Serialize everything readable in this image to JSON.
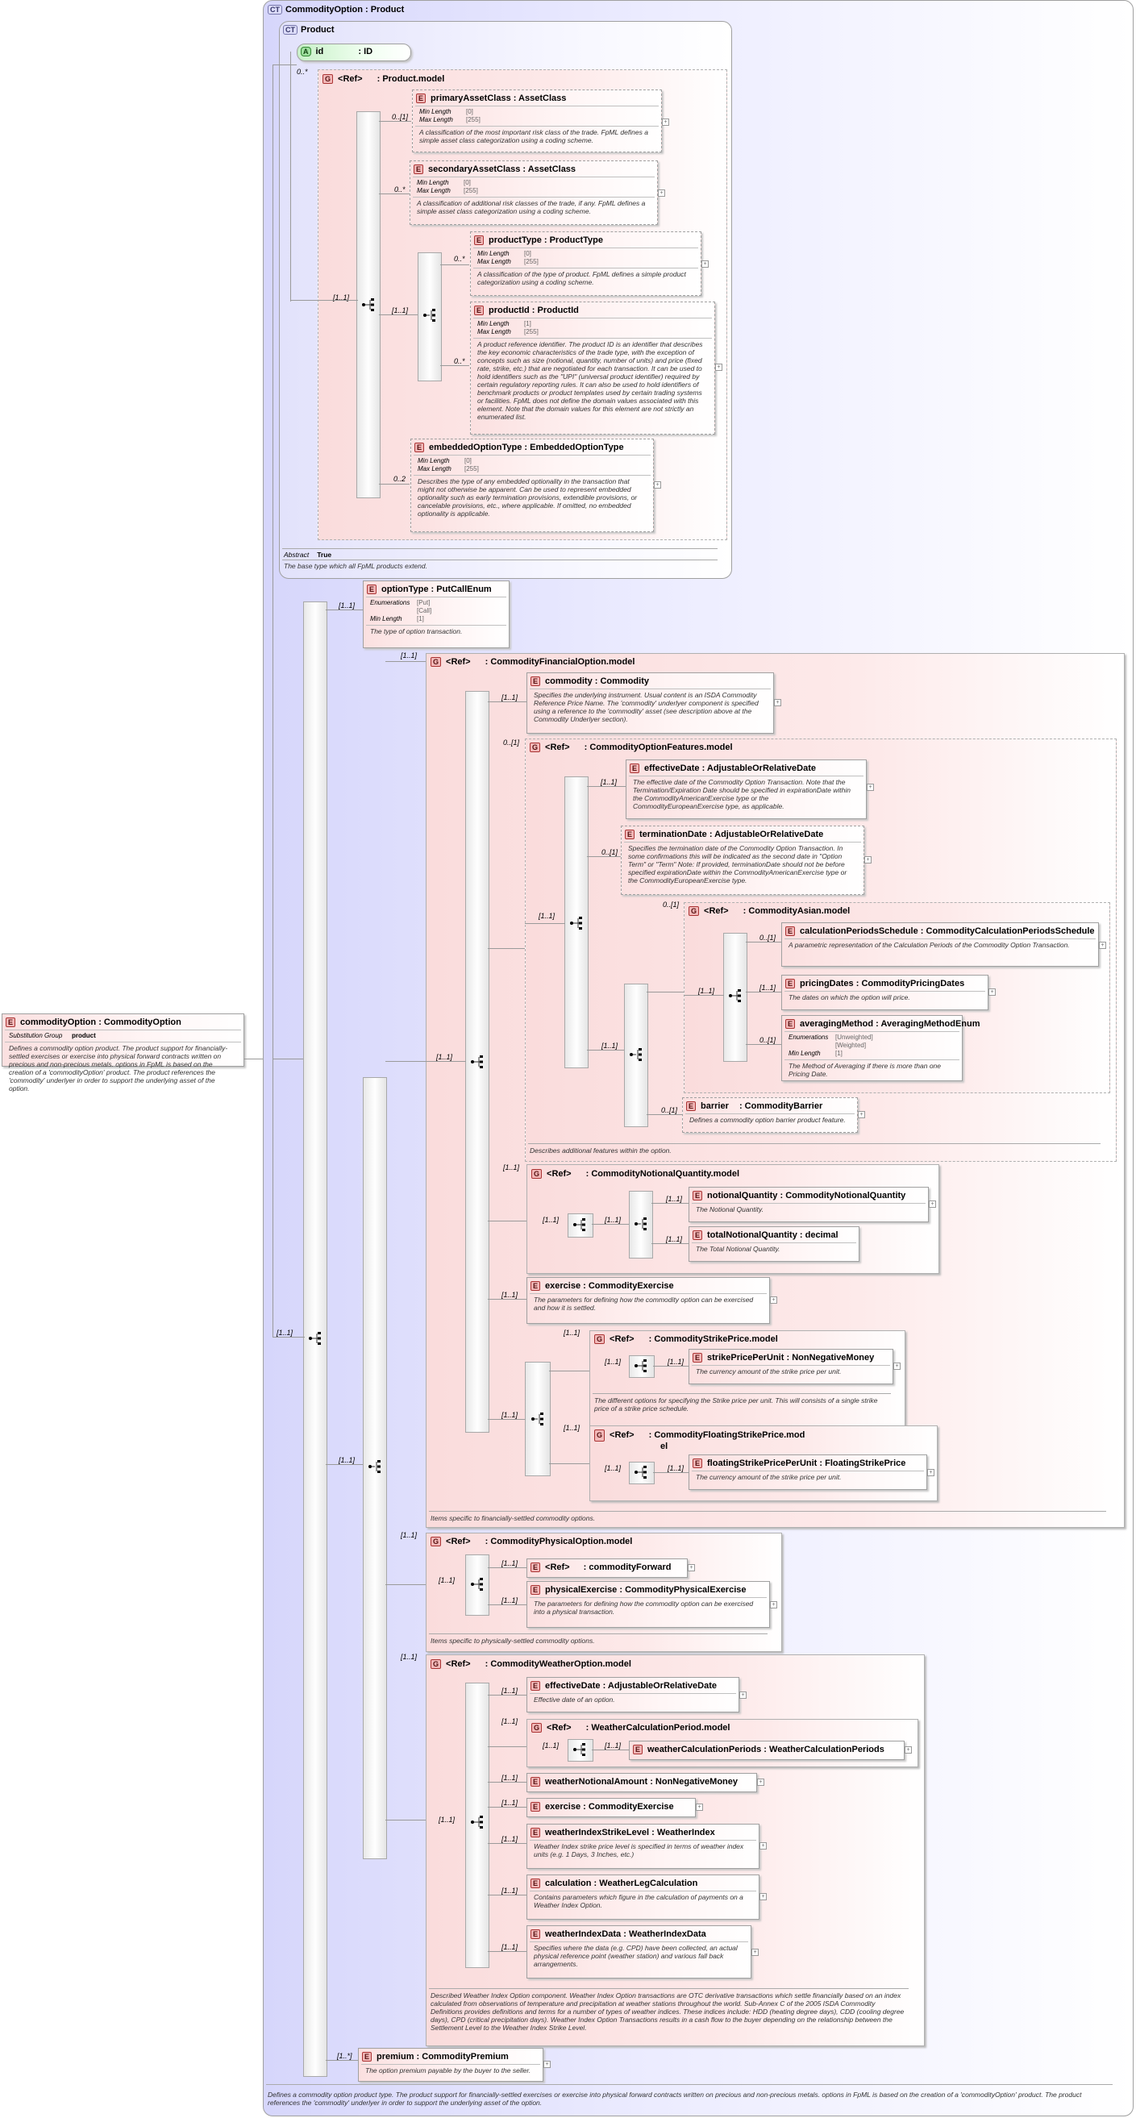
{
  "root": {
    "badge": "CT",
    "title": "CommodityOption : Product",
    "doc": "Defines a commodity option product type. The product support for financially-settled exercises or exercise into physical forward contracts written on precious and non-precious metals. options in FpML is based on the creation of a 'commodityOption' product. The product references the 'commodity' underlyer in order to support the underlying asset of the option."
  },
  "product": {
    "badge": "CT",
    "title": "Product",
    "abstract_key": "Abstract",
    "abstract_val": "True",
    "doc": "The base type which all FpML products extend.",
    "model_mult": "0..*",
    "seq_mult": "[1..1]"
  },
  "attr_id": {
    "badge": "A",
    "name": "id",
    "type": ": ID"
  },
  "product_model": {
    "badge": "G",
    "ref": "<Ref>",
    "name": ": Product.model",
    "primaryAssetClass": {
      "mult": "0..[1]",
      "name": "primaryAssetClass",
      "type": ": AssetClass",
      "f1k": "Min Length",
      "f1v": "[0]",
      "f2k": "Max Length",
      "f2v": "[255]",
      "doc": "A classification of the most important risk class of the trade. FpML defines a simple asset class categorization using a coding scheme."
    },
    "secondaryAssetClass": {
      "mult": "0..*",
      "name": "secondaryAssetClass",
      "type": ": AssetClass",
      "f1k": "Min Length",
      "f1v": "[0]",
      "f2k": "Max Length",
      "f2v": "[255]",
      "doc": "A classification of additional risk classes of the trade, if any. FpML defines a simple asset class categorization using a coding scheme."
    },
    "choice_mult": "[1..1]",
    "productType": {
      "mult": "0..*",
      "name": "productType",
      "type": ": ProductType",
      "f1k": "Min Length",
      "f1v": "[0]",
      "f2k": "Max Length",
      "f2v": "[255]",
      "doc": "A classification of the type of product. FpML defines a simple product categorization using a coding scheme."
    },
    "productId": {
      "mult": "0..*",
      "name": "productId",
      "type": ": ProductId",
      "f1k": "Min Length",
      "f1v": "[1]",
      "f2k": "Max Length",
      "f2v": "[255]",
      "doc": "A product reference identifier. The product ID is an identifier that describes the key economic characteristics of the trade type, with the exception of concepts such as size (notional, quantity, number of units) and price (fixed rate, strike, etc.) that are negotiated for each transaction. It can be used to hold identifiers such as the \"UPI\" (universal product identifier) required by certain regulatory reporting rules. It can also be used to hold identifiers of benchmark products or product templates used by certain trading systems or facilities. FpML does not define the domain values associated with this element. Note that the domain values for this element are not strictly an enumerated list."
    },
    "embeddedOptionType": {
      "mult": "0..2",
      "name": "embeddedOptionType",
      "type": ": EmbeddedOptionType",
      "f1k": "Min Length",
      "f1v": "[0]",
      "f2k": "Max Length",
      "f2v": "[255]",
      "doc": "Describes the type of any embedded optionality in the transaction that might not otherwise be apparent. Can be used to represent embedded optionality such as early termination provisions, extendible provisions, or cancelable provisions, etc., where applicable. If omitted, no embedded optionality is applicable."
    }
  },
  "main_seq_mult": "[1..1]",
  "optionType": {
    "mult": "[1..1]",
    "name": "optionType",
    "type": ": PutCallEnum",
    "ek": "Enumerations",
    "ev1": "[Put]",
    "ev2": "[Call]",
    "mk": "Min Length",
    "mv": "[1]",
    "doc": "The type of option transaction."
  },
  "choice_main_mult": "[1..1]",
  "financial": {
    "mult": "[1..1]",
    "ref": "<Ref>",
    "name": ": CommodityFinancialOption.model",
    "seq_mult": "[1..1]",
    "doc": "Items specific to financially-settled commodity options.",
    "commodity": {
      "mult": "[1..1]",
      "name": "commodity",
      "type": ": Commodity",
      "doc": "Specifies the underlying instrument. Usual content is an ISDA Commodity Reference Price Name. The 'commodity' underlyer component is specified using a reference to the 'commodity' asset (see description above at the Commodity Underlyer section)."
    },
    "features": {
      "mult": "0..[1]",
      "ref": "<Ref>",
      "name": ": CommodityOptionFeatures.model",
      "seq_mult": "[1..1]",
      "doc": "Describes additional features within the option.",
      "effectiveDate": {
        "mult": "[1..1]",
        "name": "effectiveDate",
        "type": ": AdjustableOrRelativeDate",
        "doc": "The effective date of the Commodity Option Transaction. Note that the Termination/Expiration Date should be specified in expirationDate within the CommodityAmericanExercise type or the CommodityEuropeanExercise type, as applicable."
      },
      "terminationDate": {
        "mult": "0..[1]",
        "name": "terminationDate",
        "type": ": AdjustableOrRelativeDate",
        "doc": "Specifies the termination date of the Commodity Option Transaction. In some confirmations this will be indicated as the second date in \"Option Term\" or \"Term\" Note: If provided, terminationDate should not be before specified expirationDate within the CommodityAmericanExercise type or the CommodityEuropeanExercise type."
      },
      "choice_mult": "[1..1]",
      "asian": {
        "mult": "0..[1]",
        "ref": "<Ref>",
        "name": ": CommodityAsian.model",
        "seq_mult": "[1..1]",
        "calc": {
          "mult": "0..[1]",
          "name": "calculationPeriodsSchedule",
          "type": ": CommodityCalculationPeriodsSchedule",
          "doc": "A parametric representation of the Calculation Periods of the Commodity Option Transaction."
        },
        "pricingDates": {
          "mult": "[1..1]",
          "name": "pricingDates",
          "type": ": CommodityPricingDates",
          "doc": "The dates on which the option will price."
        },
        "averaging": {
          "mult": "0..[1]",
          "name": "averagingMethod",
          "type": ": AveragingMethodEnum",
          "ek": "Enumerations",
          "ev1": "[Unweighted]",
          "ev2": "[Weighted]",
          "mk": "Min Length",
          "mv": "[1]",
          "doc": "The Method of Averaging if there is more than one Pricing Date."
        }
      },
      "barrier": {
        "mult": "0..[1]",
        "name": "barrier",
        "type": ": CommodityBarrier",
        "doc": "Defines a commodity option barrier product feature."
      }
    },
    "notional": {
      "mult": "[1..1]",
      "ref": "<Ref>",
      "name": ": CommodityNotionalQuantity.model",
      "seq_mult": "[1..1]",
      "choice_mult": "[1..1]",
      "nq": {
        "mult": "[1..1]",
        "name": "notionalQuantity",
        "type": ": CommodityNotionalQuantity",
        "doc": "The Notional Quantity."
      },
      "tnq": {
        "mult": "[1..1]",
        "name": "totalNotionalQuantity",
        "type": ": decimal",
        "doc": "The Total Notional Quantity."
      }
    },
    "exercise": {
      "mult": "[1..1]",
      "name": "exercise",
      "type": ": CommodityExercise",
      "doc": "The parameters for defining how the commodity option can be exercised and how it is settled."
    },
    "strike_choice_mult": "[1..1]",
    "strike": {
      "mult": "[1..1]",
      "ref": "<Ref>",
      "name": ": CommodityStrikePrice.model",
      "seq_mult": "[1..1]",
      "doc": "The different options for specifying the Strike price per unit. This will consists of a single strike price of a strike price schedule.",
      "sppu": {
        "mult": "[1..1]",
        "name": "strikePricePerUnit",
        "type": ": NonNegativeMoney",
        "doc": "The currency amount of the strike price per unit."
      }
    },
    "floating": {
      "mult": "[1..1]",
      "ref": "<Ref>",
      "name1": ": CommodityFloatingStrikePrice.mod",
      "name2": "el",
      "seq_mult": "[1..1]",
      "fsppu": {
        "mult": "[1..1]",
        "name": "floatingStrikePricePerUnit",
        "type": ": FloatingStrikePrice",
        "doc": "The currency amount of the strike price per unit."
      }
    }
  },
  "physical": {
    "mult": "[1..1]",
    "ref": "<Ref>",
    "name": ": CommodityPhysicalOption.model",
    "seq_mult": "[1..1]",
    "doc": "Items specific to physically-settled commodity options.",
    "forward": {
      "mult": "[1..1]",
      "ref": "<Ref>",
      "name": ": commodityForward"
    },
    "pe": {
      "mult": "[1..1]",
      "name": "physicalExercise",
      "type": ": CommodityPhysicalExercise",
      "doc": "The parameters for defining how the commodity option can be exercised into a physical transaction."
    }
  },
  "weather": {
    "mult": "[1..1]",
    "ref": "<Ref>",
    "name": ": CommodityWeatherOption.model",
    "seq_mult": "[1..1]",
    "doc": "Described Weather Index Option component. Weather Index Option transactions are OTC derivative transactions which settle financially based on an index calculated from observations of temperature and precipitation at weather stations throughout the world. Sub-Annex C of the 2005 ISDA Commodity Definitions provides definitions and terms for a number of types of weather indices. These indices include: HDD (heating degree days), CDD (cooling degree days), CPD (critical precipitation days). Weather Index Option Transactions results in a cash flow to the buyer depending on the relationship between the Settlement Level to the Weather Index Strike Level.",
    "ed": {
      "mult": "[1..1]",
      "name": "effectiveDate",
      "type": ": AdjustableOrRelativeDate",
      "doc": "Effective date of an option."
    },
    "wcp": {
      "mult": "[1..1]",
      "ref": "<Ref>",
      "name": ": WeatherCalculationPeriod.model",
      "seq_mult": "[1..1]",
      "item": {
        "mult": "[1..1]",
        "name": "weatherCalculationPeriods",
        "type": ": WeatherCalculationPeriods"
      }
    },
    "wna": {
      "mult": "[1..1]",
      "name": "weatherNotionalAmount",
      "type": ": NonNegativeMoney"
    },
    "ex": {
      "mult": "[1..1]",
      "name": "exercise",
      "type": ": CommodityExercise"
    },
    "wisl": {
      "mult": "[1..1]",
      "name": "weatherIndexStrikeLevel",
      "type": ": WeatherIndex",
      "doc": "Weather Index strike price level is specified in terms of weather index units (e.g. 1 Days, 3 Inches, etc.)"
    },
    "calc": {
      "mult": "[1..1]",
      "name": "calculation",
      "type": ": WeatherLegCalculation",
      "doc": "Contains parameters which figure in the calculation of payments on a Weather Index Option."
    },
    "wid": {
      "mult": "[1..1]",
      "name": "weatherIndexData",
      "type": ": WeatherIndexData",
      "doc": "Specifies where the data (e.g. CPD) have been collected, an actual physical reference point (weather station) and various fall back arrangements."
    }
  },
  "premium": {
    "mult": "[1..*]",
    "name": "premium",
    "type": ": CommodityPremium",
    "doc": "The option premium payable by the buyer to the seller."
  },
  "left_elem": {
    "name": "commodityOption",
    "type": ": CommodityOption",
    "sg_key": "Substitution Group",
    "sg_val": "product",
    "doc": "Defines a commodity option product. The product support for financially-settled exercises or exercise into physical forward contracts written on precious and non-precious metals. options in FpML is based on the creation of a 'commodityOption' product. The product references the 'commodity' underlyer in order to support the underlying asset of the option."
  },
  "badges": {
    "E": "E",
    "G": "G"
  }
}
